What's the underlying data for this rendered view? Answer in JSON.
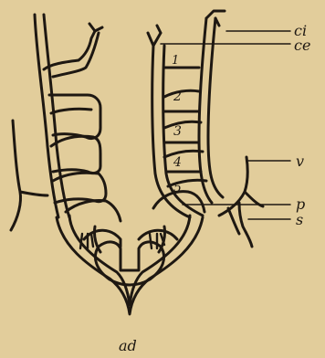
{
  "figure": {
    "background": "#e2cd9b",
    "ink": "#1e1812",
    "arch_numbers": [
      "1",
      "2",
      "3",
      "4",
      "5"
    ],
    "side_labels": {
      "ci": "ci",
      "ce": "ce",
      "v": "v",
      "p": "p",
      "s": "s"
    },
    "bottom_label": "ad"
  }
}
